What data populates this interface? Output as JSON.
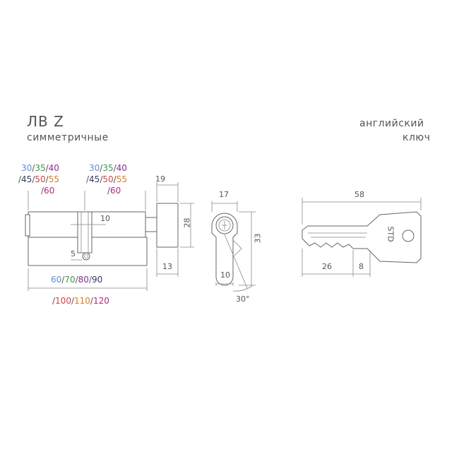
{
  "header": {
    "title": "ЛВ Z",
    "subtitle": "симметричные",
    "key_type_line1": "английский",
    "key_type_line2": "ключ"
  },
  "side_a_lengths": {
    "row1": [
      "30",
      "35",
      "40"
    ],
    "row2": [
      "45",
      "50",
      "55"
    ],
    "row3": [
      "60"
    ]
  },
  "side_b_lengths": {
    "row1": [
      "30",
      "35",
      "40"
    ],
    "row2": [
      "45",
      "50",
      "55"
    ],
    "row3": [
      "60"
    ]
  },
  "total_lengths": {
    "row1": [
      "60",
      "70",
      "80",
      "90"
    ],
    "row2": [
      "100",
      "110",
      "120"
    ]
  },
  "cylinder_dims": {
    "thumb_width": "19",
    "thumb_height": "28",
    "cam_width": "10",
    "screw_offset": "5",
    "thumb_base": "13"
  },
  "profile_dims": {
    "width": "17",
    "height": "33",
    "bottom": "10",
    "angle": "30°"
  },
  "key_dims": {
    "total": "58",
    "blade": "26",
    "tip": "8",
    "brand": "STD"
  },
  "colors": {
    "blue": "#5b8fd8",
    "green": "#3a9a45",
    "purple": "#8a2f8a",
    "navy": "#2d3a66",
    "red": "#d0404a",
    "orange": "#e07a20",
    "magenta": "#b02a80"
  }
}
